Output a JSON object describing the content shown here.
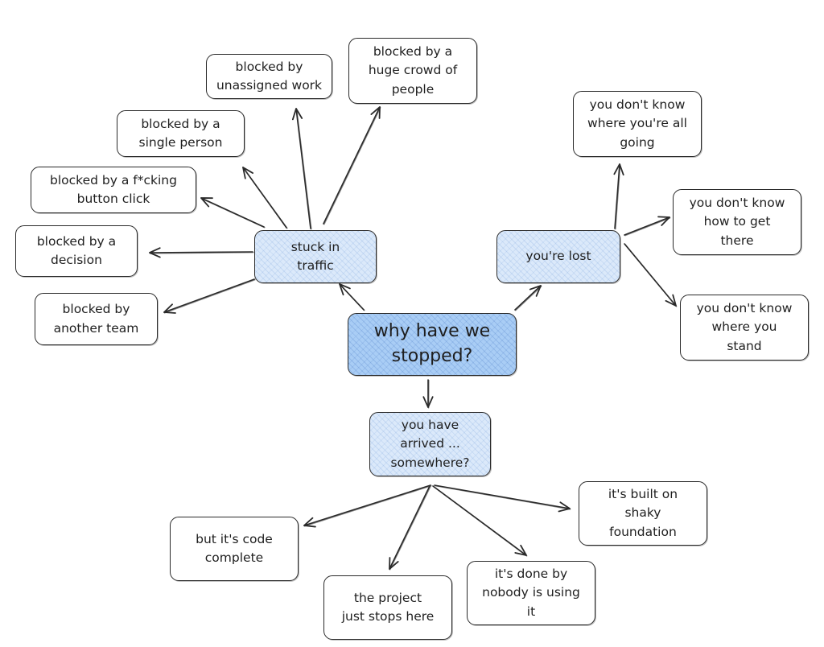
{
  "colors": {
    "root_fill": "#a9cdf5",
    "branch_fill": "#dbe9fa",
    "stroke": "#2a2a2a"
  },
  "nodes": {
    "root": {
      "label": "why have we\nstopped?"
    },
    "stuck": {
      "label": "stuck in\ntraffic"
    },
    "lost": {
      "label": "you're lost"
    },
    "arrived": {
      "label": "you have\narrived ...\nsomewhere?"
    },
    "unassigned": {
      "label": "blocked by\nunassigned work"
    },
    "crowd": {
      "label": "blocked by a\nhuge crowd of\npeople"
    },
    "single": {
      "label": "blocked by a\nsingle person"
    },
    "button": {
      "label": "blocked by a f*cking\nbutton click"
    },
    "decision": {
      "label": "blocked by a\ndecision"
    },
    "team": {
      "label": "blocked by\nanother team"
    },
    "where_going": {
      "label": "you don't know\nwhere you're all\ngoing"
    },
    "how_get": {
      "label": "you don't know\nhow to get\nthere"
    },
    "where_stand": {
      "label": "you don't know\nwhere you\nstand"
    },
    "shaky": {
      "label": "it's built on\nshaky\nfoundation"
    },
    "code_complete": {
      "label": "but it's code\ncomplete"
    },
    "nobody": {
      "label": "it's done by\nnobody is using\nit"
    },
    "project_stops": {
      "label": "the project\njust stops here"
    }
  }
}
